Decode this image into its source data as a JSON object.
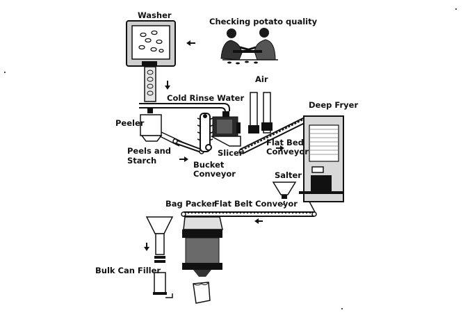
{
  "labels": {
    "washer": "Washer",
    "checking": "Checking potato quality",
    "air": "Air",
    "cold_rinse": "Cold Rinse Water",
    "deep_fryer": "Deep Fryer",
    "peeler": "Peeler",
    "flat_bed_line1": "Flat Bed",
    "flat_bed_line2": "Conveyor",
    "peels_line1": "Peels and",
    "peels_line2": "Starch",
    "slicer": "Slicer",
    "bucket_line1": "Bucket",
    "bucket_line2": "Conveyor",
    "salter": "Salter",
    "bag_packer": "Bag Packer",
    "flat_belt": "Flat Belt Conveyor",
    "bulk_can": "Bulk Can Filler"
  },
  "colors": {
    "ink": "#111111",
    "fill_dark": "#2a2a2a",
    "fill_mid": "#8a8a8a",
    "fill_light": "#d9d9d9"
  },
  "icons": [
    "flow-arrow-icon",
    "worker-icon",
    "potato-icon"
  ]
}
